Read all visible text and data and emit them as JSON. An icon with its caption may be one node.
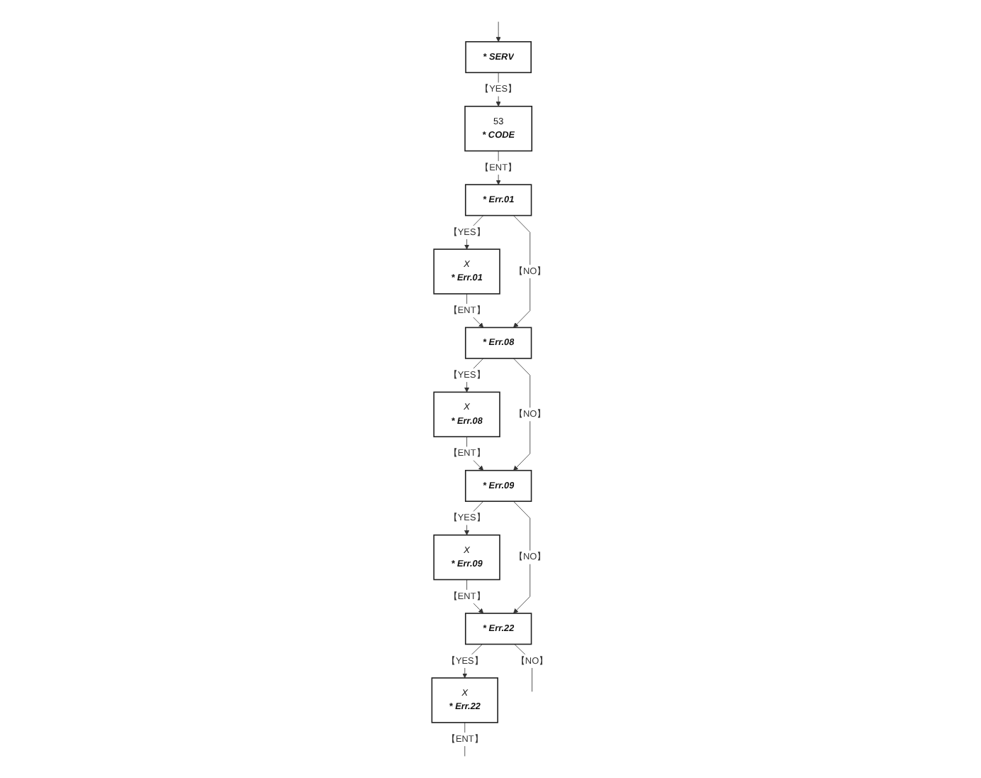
{
  "diagram": {
    "nodes": [
      {
        "text": [
          "* SERV"
        ]
      },
      {
        "text": [
          "53",
          "* CODE"
        ]
      },
      {
        "text": [
          "* Err.01"
        ]
      },
      {
        "text": [
          "X",
          "* Err.01"
        ]
      },
      {
        "text": [
          "* Err.08"
        ]
      },
      {
        "text": [
          "X",
          "* Err.08"
        ]
      },
      {
        "text": [
          "* Err.09"
        ]
      },
      {
        "text": [
          "X",
          "* Err.09"
        ]
      },
      {
        "text": [
          "* Err.22"
        ]
      },
      {
        "text": [
          "X",
          "* Err.22"
        ]
      }
    ],
    "edges": [
      {
        "from": 0,
        "to": 1,
        "arrow": "to",
        "label": "【YES】"
      },
      {
        "from": 1,
        "to": 2,
        "arrow": "to",
        "label": "【ENT】"
      },
      {
        "from": 2,
        "to": 3,
        "arrow": "to",
        "label": "【YES】"
      },
      {
        "from": 3,
        "to": 4,
        "arrow": "to",
        "label": "【ENT】"
      },
      {
        "from": 2,
        "to": 4,
        "arrow": "to",
        "label": "【NO】"
      },
      {
        "from": 4,
        "to": 5,
        "arrow": "to",
        "label": "【YES】"
      },
      {
        "from": 5,
        "to": 6,
        "arrow": "to",
        "label": "【ENT】"
      },
      {
        "from": 4,
        "to": 6,
        "arrow": "to",
        "label": "【NO】"
      },
      {
        "from": 6,
        "to": 7,
        "arrow": "to",
        "label": "【YES】"
      },
      {
        "from": 7,
        "to": 8,
        "arrow": "to",
        "label": "【ENT】"
      },
      {
        "from": 6,
        "to": 8,
        "arrow": "to",
        "label": "【NO】"
      },
      {
        "from": 8,
        "to": 9,
        "arrow": "to",
        "label": "【YES】"
      },
      {
        "from": 9,
        "to": null,
        "arrow": "none",
        "label": "【ENT】"
      },
      {
        "from": 8,
        "to": null,
        "arrow": "none",
        "label": "【NO】"
      },
      {
        "from": null,
        "to": 0,
        "arrow": "to"
      }
    ]
  }
}
